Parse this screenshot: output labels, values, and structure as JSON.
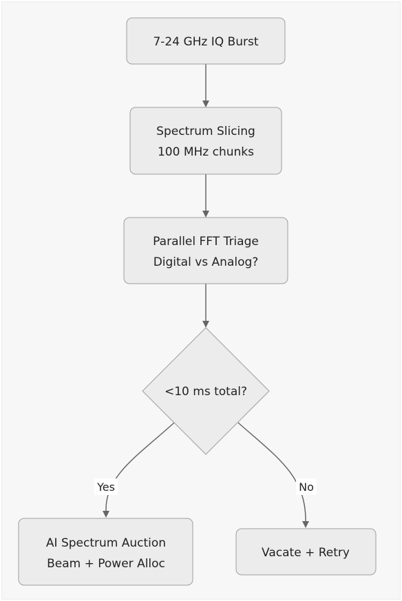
{
  "nodes": {
    "burst": {
      "line1": "7-24 GHz IQ Burst"
    },
    "slicing": {
      "line1": "Spectrum Slicing",
      "line2": "100 MHz chunks"
    },
    "triage": {
      "line1": "Parallel FFT Triage",
      "line2": "Digital vs Analog?"
    },
    "decision": {
      "line1": "<10 ms total?"
    },
    "auction": {
      "line1": "AI Spectrum Auction",
      "line2": "Beam + Power Alloc"
    },
    "vacate": {
      "line1": "Vacate + Retry"
    }
  },
  "edges": {
    "yes_label": "Yes",
    "no_label": "No"
  },
  "colors": {
    "node_fill": "#ececec",
    "node_stroke": "#9e9e9e",
    "edge": "#666666",
    "background": "#f7f7f7"
  }
}
